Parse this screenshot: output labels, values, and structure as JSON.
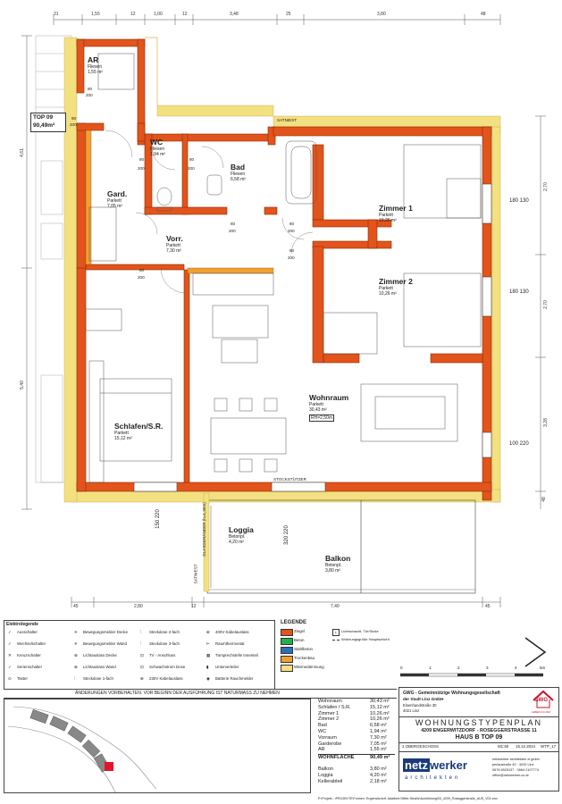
{
  "unit_tag": {
    "name": "TOP 09",
    "area": "90,49m²"
  },
  "rooms": [
    {
      "name": "AR",
      "floor": "Fliesen",
      "area": "1,55 m²"
    },
    {
      "name": "WC",
      "floor": "Fliesen",
      "area": "1,94 m²"
    },
    {
      "name": "Bad",
      "floor": "Fliesen",
      "area": "6,58 m²"
    },
    {
      "name": "Gard.",
      "floor": "Parkett",
      "area": "7,05 m²"
    },
    {
      "name": "Vorr.",
      "floor": "Parkett",
      "area": "7,30 m²"
    },
    {
      "name": "Zimmer 1",
      "floor": "Parkett",
      "area": "10,26 m²"
    },
    {
      "name": "Zimmer 2",
      "floor": "Parkett",
      "area": "10,26 m²"
    },
    {
      "name": "Wohnraum",
      "floor": "Parkett",
      "area": "30,43 m²",
      "extra": "RH=2,50m"
    },
    {
      "name": "Schlafen/S.R.",
      "floor": "Parkett",
      "area": "15,12 m²"
    },
    {
      "name": "Loggia",
      "floor": "Betonpl.",
      "area": "4,20 m²"
    },
    {
      "name": "Balkon",
      "floor": "Betonpl.",
      "area": "3,80 m²"
    }
  ],
  "top_dims": [
    "31",
    "1,55",
    "12",
    "1,00",
    "12",
    "3,48",
    "25",
    "3,80",
    "48"
  ],
  "bottom_dims": [
    "45",
    "2,80",
    "12",
    "7,40",
    "45"
  ],
  "left_dims": [
    "4,61",
    "5,40"
  ],
  "right_dims": [
    "2,70",
    "2,70",
    "3,28",
    "48"
  ],
  "door_labels": [
    {
      "w": "80",
      "h": "200"
    },
    {
      "w": "80",
      "h": "200"
    },
    {
      "w": "80",
      "h": "200"
    },
    {
      "w": "80",
      "h": "200"
    },
    {
      "w": "80",
      "h": "200"
    },
    {
      "w": "80",
      "h": "200"
    },
    {
      "w": "90",
      "h": "200"
    },
    {
      "w": "80",
      "h": "200"
    }
  ],
  "window_labels": [
    "180 130",
    "180 130",
    "100 220",
    "150 220",
    "320 220"
  ],
  "annotations": {
    "stockstuetzer": "STOCKSTÜTZER",
    "sat": "SATNIEST",
    "sat2": "SATNIEST",
    "gl": "GLASGERÄNDER (h=1,30m)"
  },
  "electro_legend": {
    "title": "Elektrolegende",
    "items": [
      "Ausschalter",
      "Wechselschalter",
      "Kreuzschalter",
      "Serienschalter",
      "Taster",
      "Bewegungsmelder Decke",
      "Bewegungsmelder Wand",
      "Lichtauslass Decke",
      "Lichtauslass Wand",
      "Steckdose 1-fach",
      "Steckdose 2-fach",
      "Steckdose 3-fach",
      "TV - Anschluss",
      "Schwachstrom Dose",
      "230V Kabelauslass",
      "400V Kabelauslass",
      "Raumthermostat",
      "Türsprechstelle Innenteil",
      "Unterverteiler",
      "Batterie Rauchmelder"
    ]
  },
  "material_legend": {
    "title": "LEGENDE",
    "items": [
      {
        "label": "Ziegel",
        "color": "#e2541b"
      },
      {
        "label": "Beton",
        "color": "#21b04b"
      },
      {
        "label": "Stahlbeton",
        "color": "#2e6fb8"
      },
      {
        "label": "Trockenbau",
        "color": "#f0a030"
      },
      {
        "label": "Wärmedämmung",
        "color": "#f3e081"
      }
    ],
    "extra": [
      {
        "code": "L",
        "label": "Lichtschacht, Tür/Stoke"
      },
      {
        "code": "",
        "label": "Wohnungsgröße Hauptschicht"
      }
    ]
  },
  "scale_bar": [
    "0",
    "1",
    "2",
    "3",
    "4",
    "5m"
  ],
  "disclaimer": "ÄNDERUNGEN VORBEHALTEN. VOR BEGINN DER AUSFÜHRUNG IST NATURMASS ZU NEHMEN",
  "area_table": [
    {
      "name": "Wohnraum",
      "value": "30,43 m²"
    },
    {
      "name": "Schlafen / S.R.",
      "value": "15,12 m²"
    },
    {
      "name": "Zimmer 1",
      "value": "10,26 m²"
    },
    {
      "name": "Zimmer 2",
      "value": "10,26 m²"
    },
    {
      "name": "Bad",
      "value": "6,58 m²"
    },
    {
      "name": "WC",
      "value": "1,94 m²"
    },
    {
      "name": "Vorraum",
      "value": "7,30 m²"
    },
    {
      "name": "Garderobe",
      "value": "7,05 m²"
    },
    {
      "name": "AR",
      "value": "1,55 m²"
    }
  ],
  "total": {
    "name": "WOHNFLÄCHE",
    "value": "90,49 m²"
  },
  "outdoor_table": [
    {
      "name": "Balkon",
      "value": "3,80 m²"
    },
    {
      "name": "Loggia",
      "value": "4,20 m²"
    },
    {
      "name": "Kellerabteil",
      "value": "2,18 m²"
    }
  ],
  "client": {
    "line1": "GWG - Gemeinnützige Wohnungsgesellschaft",
    "line2": "der Stadt Linz GmbH",
    "line3": "Eisenhandstraße 30",
    "line4": "4021 Linz",
    "logo_text": "GWG",
    "logo_sub": "LEBEN IN LINZ"
  },
  "title_block": {
    "heading": "WOHNUNGSTYPENPLAN",
    "project": "4209 ENGERWITZDORF - ROSEGGERSTRASSE 11",
    "unit": "HAUS B TOP 09",
    "floor": "2.OBERGESCHOSS",
    "scale": "M1:50",
    "date": "15.12.2024",
    "code": "WTP_17"
  },
  "architect": {
    "logo_a": "netz",
    "logo_b": "werker",
    "logo_sub": "architekten",
    "line1": "netzwerker architekten zt gmbh",
    "line2": "perlaustraße 40 · 4020 Linz",
    "line3": "0676 6525137 · 0664 2107774",
    "line4": "office@netzwerker.co.at"
  },
  "footer_path": "P:\\Projekt...\\PROJEKTE\\Formen: Engerwitzdorf, Adalbert-Stifter-Straße\\Ausführung\\03_4209_Roseggerstraße_AUS_V01.vwx"
}
